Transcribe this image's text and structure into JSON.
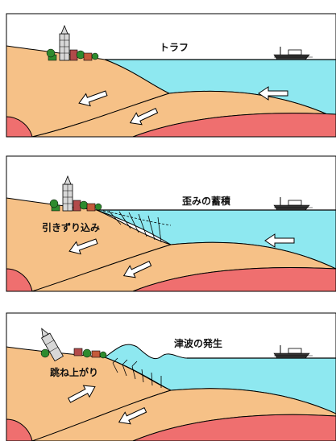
{
  "panels": [
    {
      "label": "トラフ"
    },
    {
      "label": "歪みの蓄積",
      "drag_label": "引きずり込み"
    },
    {
      "label": "津波の発生",
      "lift_label": "跳ね上がり"
    }
  ],
  "colors": {
    "water": "#8ee8f0",
    "continental_plate": "#f6c187",
    "oceanic_plate": "#f6c187",
    "mantle": "#ef6f6f",
    "outline": "#000000",
    "arrow": "#ffffff",
    "tree": "#2e8b2e"
  }
}
